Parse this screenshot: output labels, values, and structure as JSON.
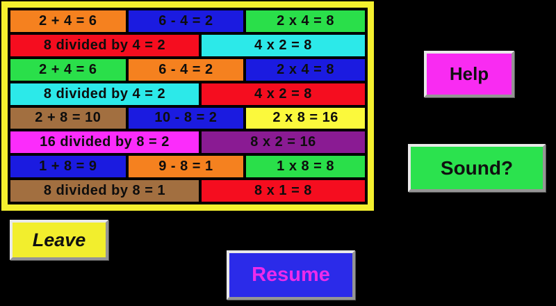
{
  "board": {
    "border_color": "#F4F02E",
    "grid_line_color": "#000000",
    "rows": [
      {
        "cells": [
          {
            "text": "2 + 4 = 6",
            "bg": "#F5811F",
            "width": 33
          },
          {
            "text": "6 - 4 = 2",
            "bg": "#1B1BE0",
            "width": 33
          },
          {
            "text": "2 x 4 = 8",
            "bg": "#2ADF4A",
            "width": 34
          }
        ]
      },
      {
        "cells": [
          {
            "text": "8 divided by 4 = 2",
            "bg": "#F50D1F",
            "width": 53.5
          },
          {
            "text": "4 x 2 = 8",
            "bg": "#2CE9E9",
            "width": 46.5
          }
        ]
      },
      {
        "cells": [
          {
            "text": "2 + 4 = 6",
            "bg": "#2ADF4A",
            "width": 33
          },
          {
            "text": "6 - 4 = 2",
            "bg": "#F5811F",
            "width": 33
          },
          {
            "text": "2 x 4 = 8",
            "bg": "#1B1BE0",
            "width": 34
          }
        ]
      },
      {
        "cells": [
          {
            "text": "8 divided by 4 = 2",
            "bg": "#2CE9E9",
            "width": 53.5
          },
          {
            "text": "4 x 2 = 8",
            "bg": "#F50D1F",
            "width": 46.5
          }
        ]
      },
      {
        "cells": [
          {
            "text": "2 + 8 = 10",
            "bg": "#A26F40",
            "width": 33
          },
          {
            "text": "10 - 8 = 2",
            "bg": "#1B1BE0",
            "width": 33
          },
          {
            "text": "2 x 8 = 16",
            "bg": "#FBF93C",
            "width": 34
          }
        ]
      },
      {
        "cells": [
          {
            "text": "16 divided by 8 = 2",
            "bg": "#FB2CFB",
            "width": 53.5
          },
          {
            "text": "8 x 2 = 16",
            "bg": "#8A1B93",
            "width": 46.5
          }
        ]
      },
      {
        "cells": [
          {
            "text": "1 + 8 = 9",
            "bg": "#1B1BE0",
            "width": 33
          },
          {
            "text": "9 - 8 = 1",
            "bg": "#F5811F",
            "width": 33
          },
          {
            "text": "1 x 8 = 8",
            "bg": "#2ADF4A",
            "width": 34
          }
        ]
      },
      {
        "cells": [
          {
            "text": "8 divided by 8 = 1",
            "bg": "#A26F40",
            "width": 53.5
          },
          {
            "text": "8 x 1 = 8",
            "bg": "#F50D1F",
            "width": 46.5
          }
        ]
      }
    ]
  },
  "buttons": {
    "help": {
      "label": "Help",
      "bg": "#F92BF2",
      "fg": "#101010"
    },
    "sound": {
      "label": "Sound?",
      "bg": "#2BE24E",
      "fg": "#101010"
    },
    "leave": {
      "label": "Leave",
      "bg": "#F2EE2D",
      "fg": "#101010"
    },
    "resume": {
      "label": "Resume",
      "bg": "#2B2BE9",
      "fg": "#EB2BEB"
    }
  }
}
